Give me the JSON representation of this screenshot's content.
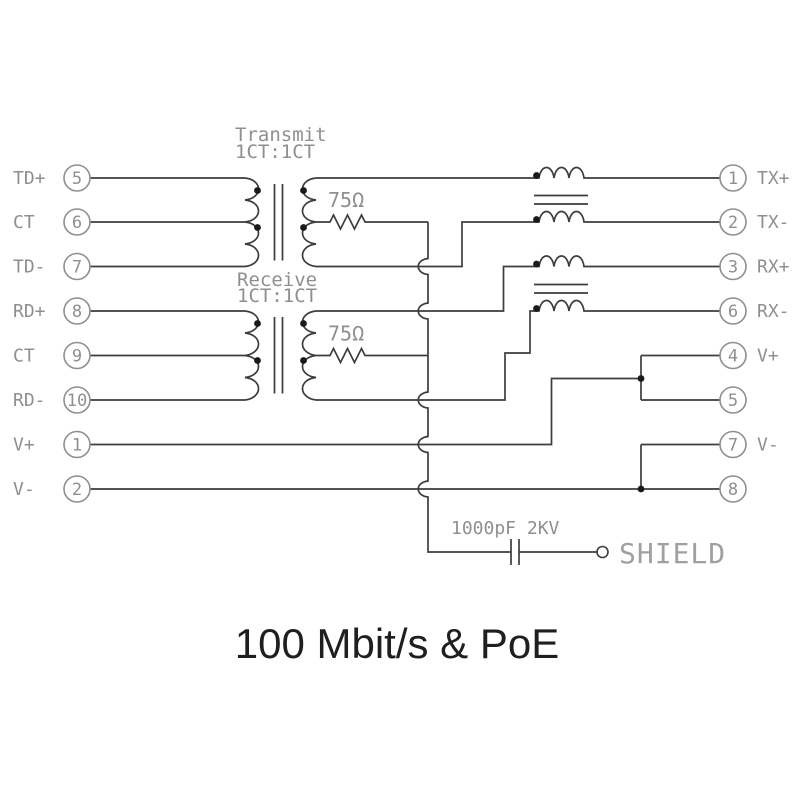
{
  "title": "100 Mbit/s & PoE",
  "colors": {
    "wire": "#3d3d3d",
    "annotation": "#8f8f8f",
    "dot": "#1a1a1a",
    "background": "#ffffff"
  },
  "left_pins": [
    {
      "label": "TD+",
      "pin": "5"
    },
    {
      "label": "CT",
      "pin": "6"
    },
    {
      "label": "TD-",
      "pin": "7"
    },
    {
      "label": "RD+",
      "pin": "8"
    },
    {
      "label": "CT",
      "pin": "9"
    },
    {
      "label": "RD-",
      "pin": "10"
    },
    {
      "label": "V+",
      "pin": "1"
    },
    {
      "label": "V-",
      "pin": "2"
    }
  ],
  "right_pins": [
    {
      "pin": "1",
      "label": "TX+"
    },
    {
      "pin": "2",
      "label": "TX-"
    },
    {
      "pin": "3",
      "label": "RX+"
    },
    {
      "pin": "6",
      "label": "RX-"
    },
    {
      "pin": "4",
      "label": "V+"
    },
    {
      "pin": "5",
      "label": ""
    },
    {
      "pin": "7",
      "label": "V-"
    },
    {
      "pin": "8",
      "label": ""
    }
  ],
  "transformers": [
    {
      "name": "Transmit",
      "ratio": "1CT:1CT",
      "termination": "75Ω"
    },
    {
      "name": "Receive",
      "ratio": "1CT:1CT",
      "termination": "75Ω"
    }
  ],
  "shield_coupling": {
    "capacitor": "1000pF 2KV",
    "label": "SHIELD"
  }
}
